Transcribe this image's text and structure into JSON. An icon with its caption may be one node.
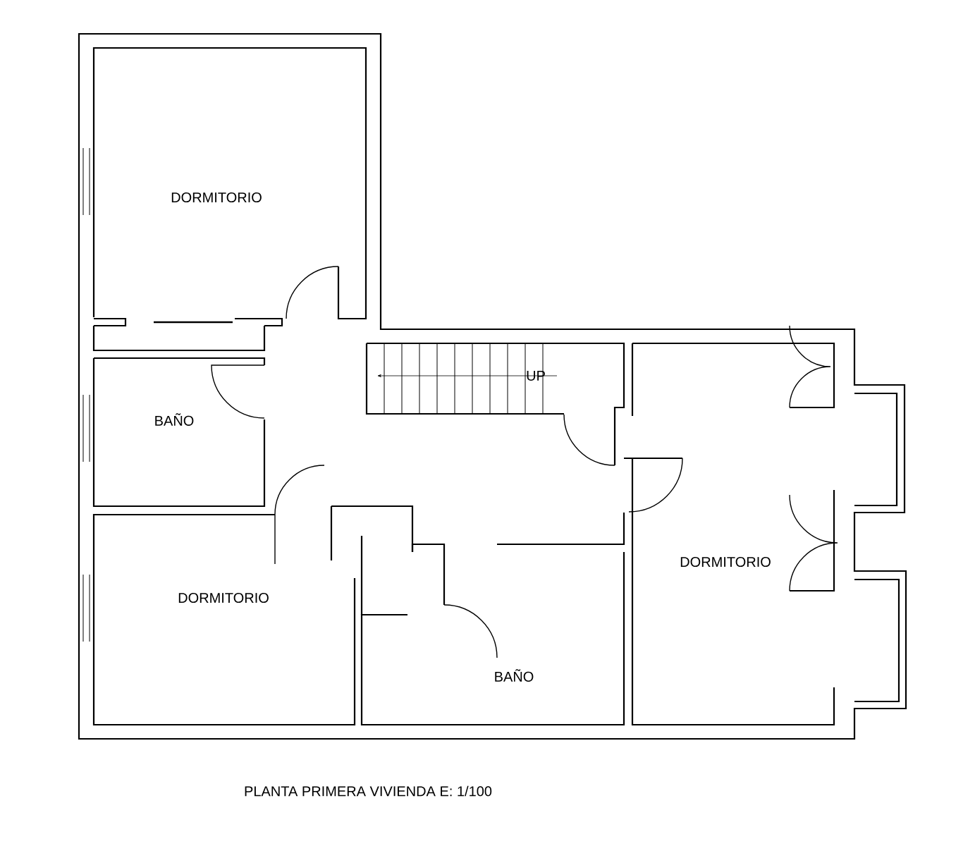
{
  "diagram": {
    "caption": "PLANTA PRIMERA VIVIENDA  E: 1/100",
    "labels": [
      "DORMITORIO",
      "UP",
      "BAÑO",
      "DORMITORIO",
      "DORMITORIO",
      "BAÑO"
    ]
  }
}
